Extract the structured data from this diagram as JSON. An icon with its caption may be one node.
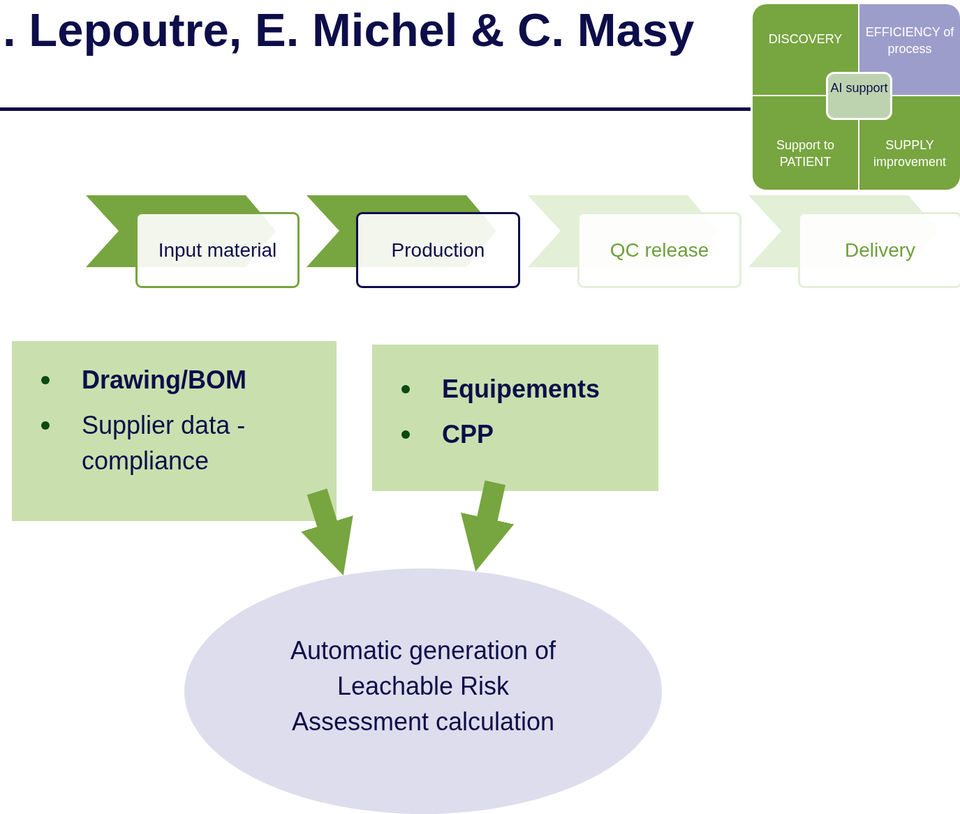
{
  "diagram": {
    "title": ". Lepoutre, E. Michel & C. Masy",
    "nodes": [
      {
        "text": [
          "DISCOVERY"
        ]
      },
      {
        "text": [
          "EFFICIENCY of process"
        ]
      },
      {
        "text": [
          "Support to PATIENT"
        ]
      },
      {
        "text": [
          "SUPPLY improvement"
        ]
      },
      {
        "text": [
          "AI support"
        ]
      },
      {
        "text": [
          "Input material"
        ]
      },
      {
        "text": [
          "Production"
        ]
      },
      {
        "text": [
          "QC release"
        ]
      },
      {
        "text": [
          "Delivery"
        ]
      },
      {
        "text": [
          "**Drawing/BOM**",
          "Supplier data - compliance"
        ]
      },
      {
        "text": [
          "Equipements",
          "CPP"
        ]
      },
      {
        "text": [
          "Automatic generation of Leachable Risk Assessment calculation"
        ]
      }
    ],
    "edges": [
      {
        "from": 9,
        "to": 11,
        "arrow": "to"
      },
      {
        "from": 10,
        "to": 11,
        "arrow": "to"
      }
    ]
  }
}
